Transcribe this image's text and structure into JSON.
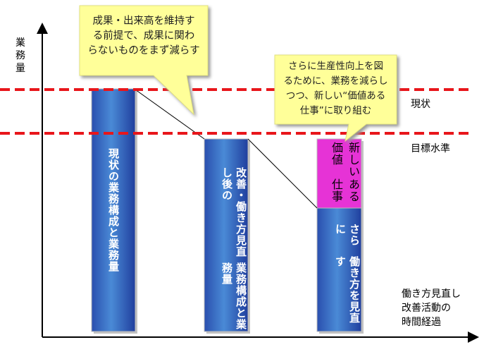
{
  "axis": {
    "y_label": "業務量",
    "x_label_lines": [
      "働き方見直し",
      "改善活動の",
      "時間経過"
    ]
  },
  "levels": {
    "current": "現状",
    "target": "目標水準"
  },
  "bars": [
    {
      "lines": [
        "現状の業務構成と業務量"
      ]
    },
    {
      "lines": [
        "改善・働き方見直し後の",
        "業務構成と業務量"
      ]
    },
    {
      "lines": [
        "さらに",
        "働き方を見直す"
      ]
    },
    {
      "lines": [
        "新しい価値",
        "ある仕事"
      ]
    }
  ],
  "callouts": [
    {
      "lines": [
        "成果・出来高を維持す",
        "る前提で、成果に関わ",
        "らないものをまず減らす"
      ]
    },
    {
      "lines": [
        "さらに生産性向上を図",
        "るために、業務を減らし",
        "つつ、新しい“価値ある",
        "仕事”に取り組む"
      ]
    }
  ],
  "colors": {
    "bar": "#2f5fc0",
    "new_value": "#e633d6",
    "dash": "#e8161b",
    "callout": "#ffff99"
  }
}
